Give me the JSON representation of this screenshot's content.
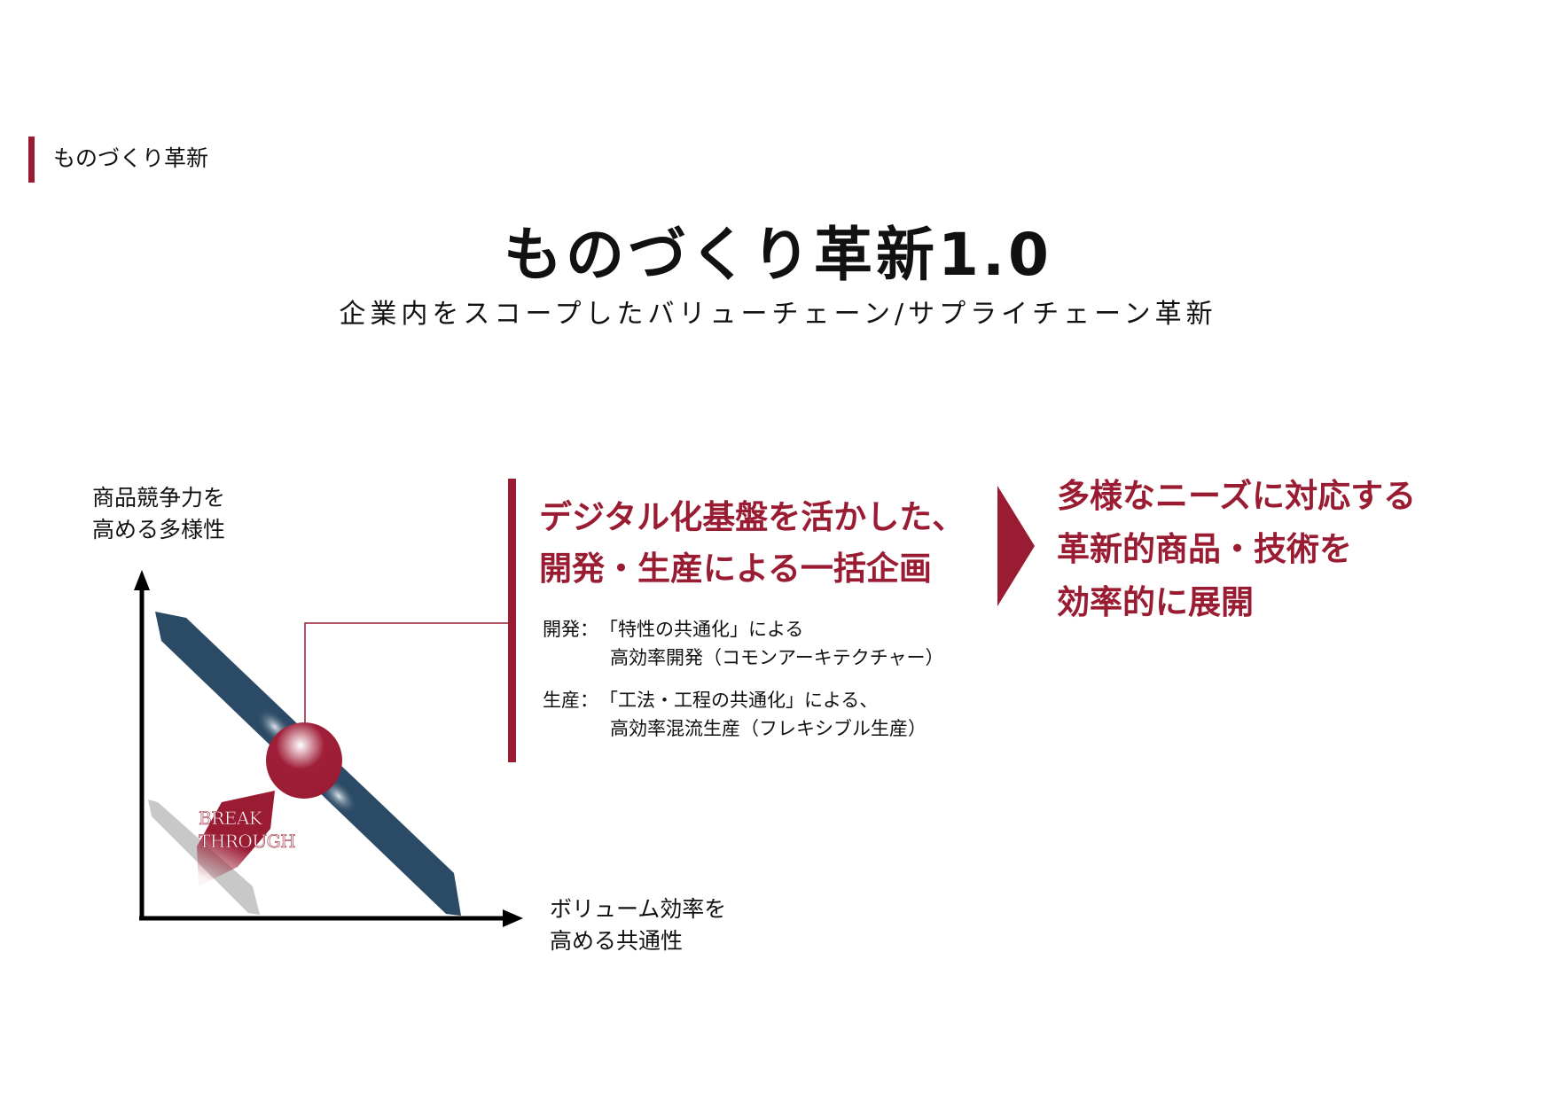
{
  "section": {
    "label": "ものづくり革新"
  },
  "header": {
    "title": "ものづくり革新1.0",
    "subtitle": "企業内をスコープしたバリューチェーン/サプライチェーン革新"
  },
  "diagram": {
    "y_axis_label": [
      "商品競争力を",
      "高める多様性"
    ],
    "x_axis_label": [
      "ボリューム効率を",
      "高める共通性"
    ],
    "breakthrough_label": [
      "BREAK",
      "THROUGH"
    ],
    "colors": {
      "accent": "#9a1c33",
      "band": "#2b4a66",
      "ghost_band": "#c8c8c8",
      "axis": "#000000"
    }
  },
  "center_block": {
    "headline": [
      "デジタル化基盤を活かした、",
      "開発・生産による一括企画"
    ],
    "items": [
      {
        "key": "開発：",
        "lines": [
          "「特性の共通化」による",
          "高効率開発（コモンアーキテクチャー）"
        ]
      },
      {
        "key": "生産：",
        "lines": [
          "「工法・工程の共通化」による、",
          "高効率混流生産（フレキシブル生産）"
        ]
      }
    ]
  },
  "result_block": {
    "lines": [
      "多様なニーズに対応する",
      "革新的商品・技術を",
      "効率的に展開"
    ]
  }
}
